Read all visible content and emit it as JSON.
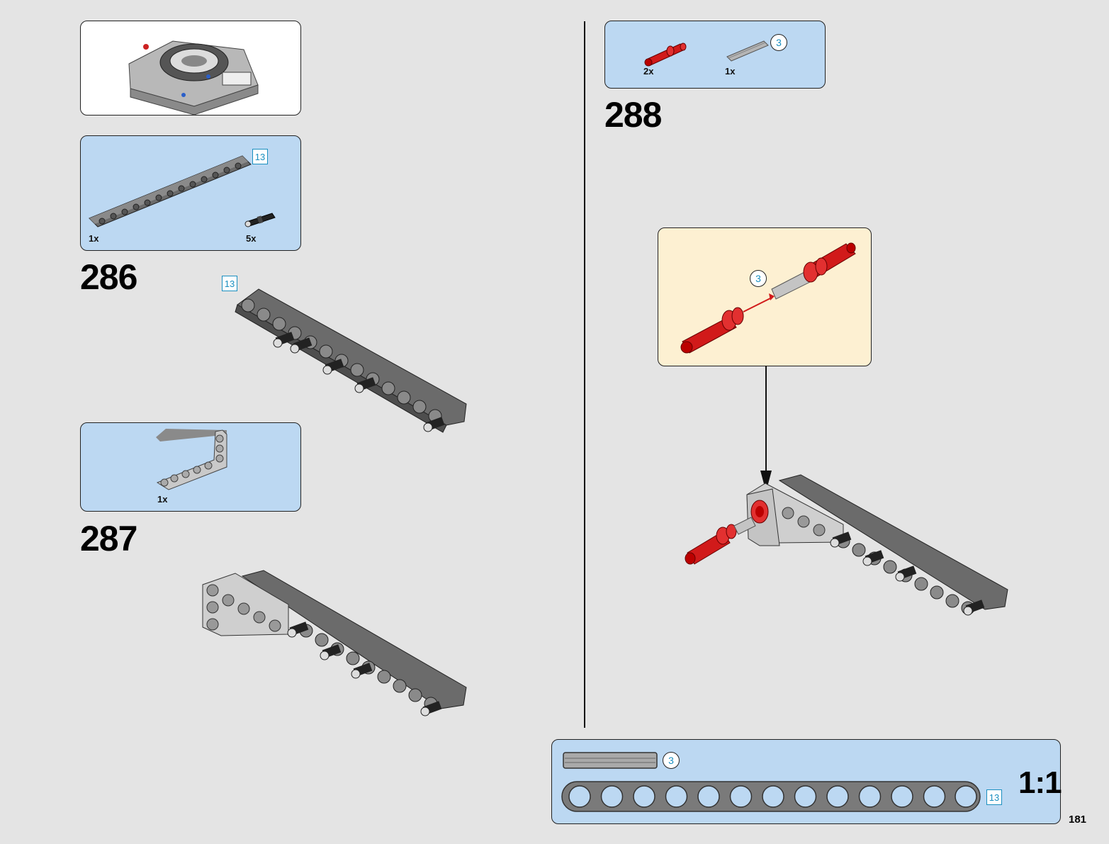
{
  "page": {
    "number": "181"
  },
  "preview": {},
  "step286": {
    "number": "286",
    "parts": [
      {
        "qty": "1x",
        "badge": "13"
      },
      {
        "qty": "5x"
      }
    ],
    "assembly_badge": "13"
  },
  "step287": {
    "number": "287",
    "parts": [
      {
        "qty": "1x"
      }
    ]
  },
  "step288": {
    "number": "288",
    "parts": [
      {
        "qty": "2x"
      },
      {
        "qty": "1x",
        "badge": "3"
      }
    ],
    "callout_badge": "3"
  },
  "scale_ruler": {
    "axle_badge": "3",
    "beam_badge": "13",
    "label": "1:1"
  },
  "colors": {
    "background": "#e4e4e4",
    "parts_box": "#bcd8f2",
    "callout_box": "#fdf0d2",
    "badge": "#1a8fc0",
    "red_part": "#d11a1a",
    "dark_beam": "#6b6b6b",
    "light_beam": "#cfcfcf"
  }
}
